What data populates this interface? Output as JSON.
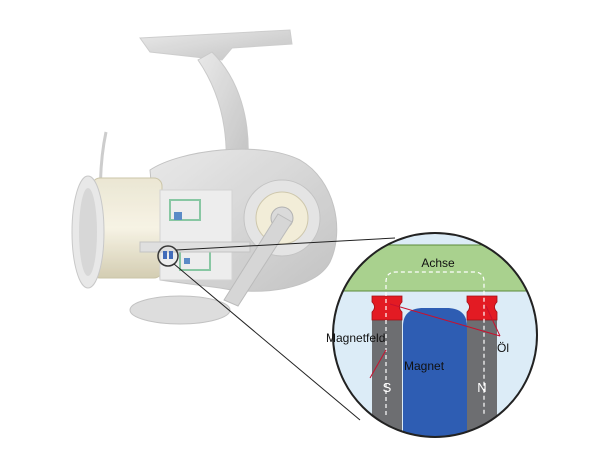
{
  "labels": {
    "axis": "Achse",
    "magnet_field": "Magnetfeld",
    "magnet": "Magnet",
    "oil": "Öl",
    "south": "S",
    "north": "N"
  },
  "colors": {
    "axis_green": "#a9d18e",
    "seal_red": "#e31b23",
    "magnet_blue": "#2e5db3",
    "pole_gray": "#6d6e71",
    "bg_lightblue": "#dcecf7",
    "leader_red": "#c8102e"
  }
}
